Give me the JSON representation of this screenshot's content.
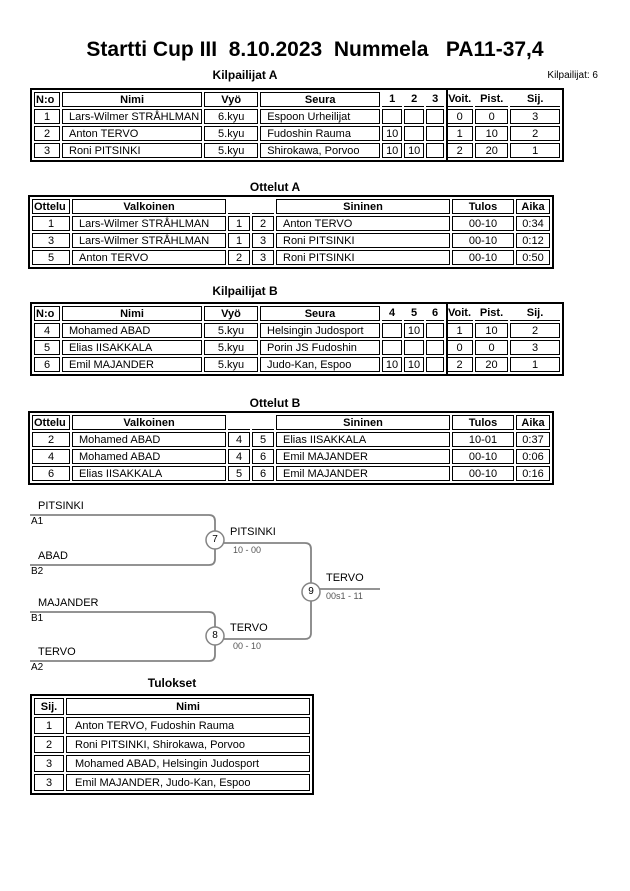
{
  "header": {
    "title": "Startti Cup III  8.10.2023  Nummela   PA11-37,4",
    "participants": "Kilpailijat: 6"
  },
  "tables": {
    "kilpailijat_a": {
      "title": "Kilpailijat A",
      "headers": [
        "N:o",
        "Nimi",
        "Vyö",
        "Seura",
        "1",
        "2",
        "3",
        "Voit.",
        "Pist.",
        "Sij."
      ],
      "rows": [
        [
          "1",
          "Lars-Wilmer STRÅHLMAN",
          "6.kyu",
          "Espoon Urheilijat",
          "",
          "",
          "",
          "0",
          "0",
          "3"
        ],
        [
          "2",
          "Anton TERVO",
          "5.kyu",
          "Fudoshin Rauma",
          "10",
          "",
          "",
          "1",
          "10",
          "2"
        ],
        [
          "3",
          "Roni PITSINKI",
          "5.kyu",
          "Shirokawa, Porvoo",
          "10",
          "10",
          "",
          "2",
          "20",
          "1"
        ]
      ]
    },
    "ottelut_a": {
      "title": "Ottelut A",
      "headers": [
        "Ottelu",
        "Valkoinen",
        "Sininen",
        "Tulos",
        "Aika"
      ],
      "rows": [
        [
          "1",
          "Lars-Wilmer STRÅHLMAN",
          "1",
          "2",
          "Anton TERVO",
          "00-10",
          "0:34"
        ],
        [
          "3",
          "Lars-Wilmer STRÅHLMAN",
          "1",
          "3",
          "Roni PITSINKI",
          "00-10",
          "0:12"
        ],
        [
          "5",
          "Anton TERVO",
          "2",
          "3",
          "Roni PITSINKI",
          "00-10",
          "0:50"
        ]
      ]
    },
    "kilpailijat_b": {
      "title": "Kilpailijat B",
      "headers": [
        "N:o",
        "Nimi",
        "Vyö",
        "Seura",
        "4",
        "5",
        "6",
        "Voit.",
        "Pist.",
        "Sij."
      ],
      "rows": [
        [
          "4",
          "Mohamed ABAD",
          "5.kyu",
          "Helsingin Judosport",
          "",
          "10",
          "",
          "1",
          "10",
          "2"
        ],
        [
          "5",
          "Elias IISAKKALA",
          "5.kyu",
          "Porin JS Fudoshin",
          "",
          "",
          "",
          "0",
          "0",
          "3"
        ],
        [
          "6",
          "Emil MAJANDER",
          "5.kyu",
          "Judo-Kan, Espoo",
          "10",
          "10",
          "",
          "2",
          "20",
          "1"
        ]
      ]
    },
    "ottelut_b": {
      "title": "Ottelut B",
      "headers": [
        "Ottelu",
        "Valkoinen",
        "Sininen",
        "Tulos",
        "Aika"
      ],
      "rows": [
        [
          "2",
          "Mohamed ABAD",
          "4",
          "5",
          "Elias IISAKKALA",
          "10-01",
          "0:37"
        ],
        [
          "4",
          "Mohamed ABAD",
          "4",
          "6",
          "Emil MAJANDER",
          "00-10",
          "0:06"
        ],
        [
          "6",
          "Elias IISAKKALA",
          "5",
          "6",
          "Emil MAJANDER",
          "00-10",
          "0:16"
        ]
      ]
    },
    "tulokset": {
      "title": "Tulokset",
      "headers": [
        "Sij.",
        "Nimi"
      ],
      "rows": [
        [
          "1",
          "Anton TERVO, Fudoshin Rauma"
        ],
        [
          "2",
          "Roni PITSINKI, Shirokawa, Porvoo"
        ],
        [
          "3",
          "Mohamed ABAD, Helsingin Judosport"
        ],
        [
          "3",
          "Emil MAJANDER, Judo-Kan, Espoo"
        ]
      ]
    }
  },
  "bracket": {
    "entries": [
      {
        "name": "PITSINKI",
        "seed": "A1"
      },
      {
        "name": "ABAD",
        "seed": "B2"
      },
      {
        "name": "MAJANDER",
        "seed": "B1"
      },
      {
        "name": "TERVO",
        "seed": "A2"
      }
    ],
    "semifinal_1": {
      "number": "7",
      "winner": "PITSINKI",
      "score": "10 - 00"
    },
    "semifinal_2": {
      "number": "8",
      "winner": "TERVO",
      "score": "00 - 10"
    },
    "final": {
      "number": "9",
      "winner": "TERVO",
      "score": "00s1 - 11"
    },
    "line_color": "#848484"
  }
}
